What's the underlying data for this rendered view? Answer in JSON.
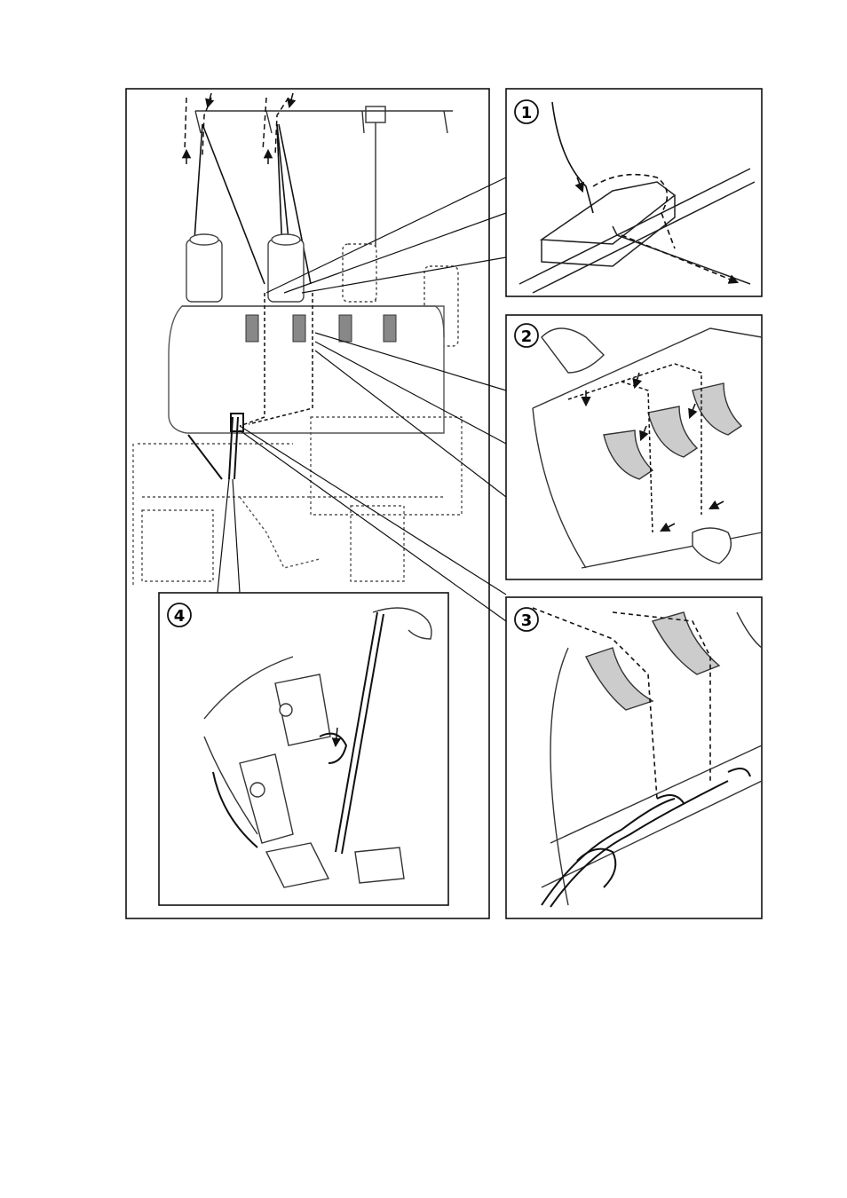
{
  "figure": {
    "description_hidden": "",
    "panels": [
      {
        "id": "main",
        "label": ""
      },
      {
        "id": "step-1",
        "label": "1"
      },
      {
        "id": "step-2",
        "label": "2"
      },
      {
        "id": "step-3",
        "label": "3"
      },
      {
        "id": "step-4",
        "label": "4"
      }
    ]
  },
  "colors": {
    "ink": "#111111",
    "paper": "#ffffff",
    "gray": "#888888"
  }
}
